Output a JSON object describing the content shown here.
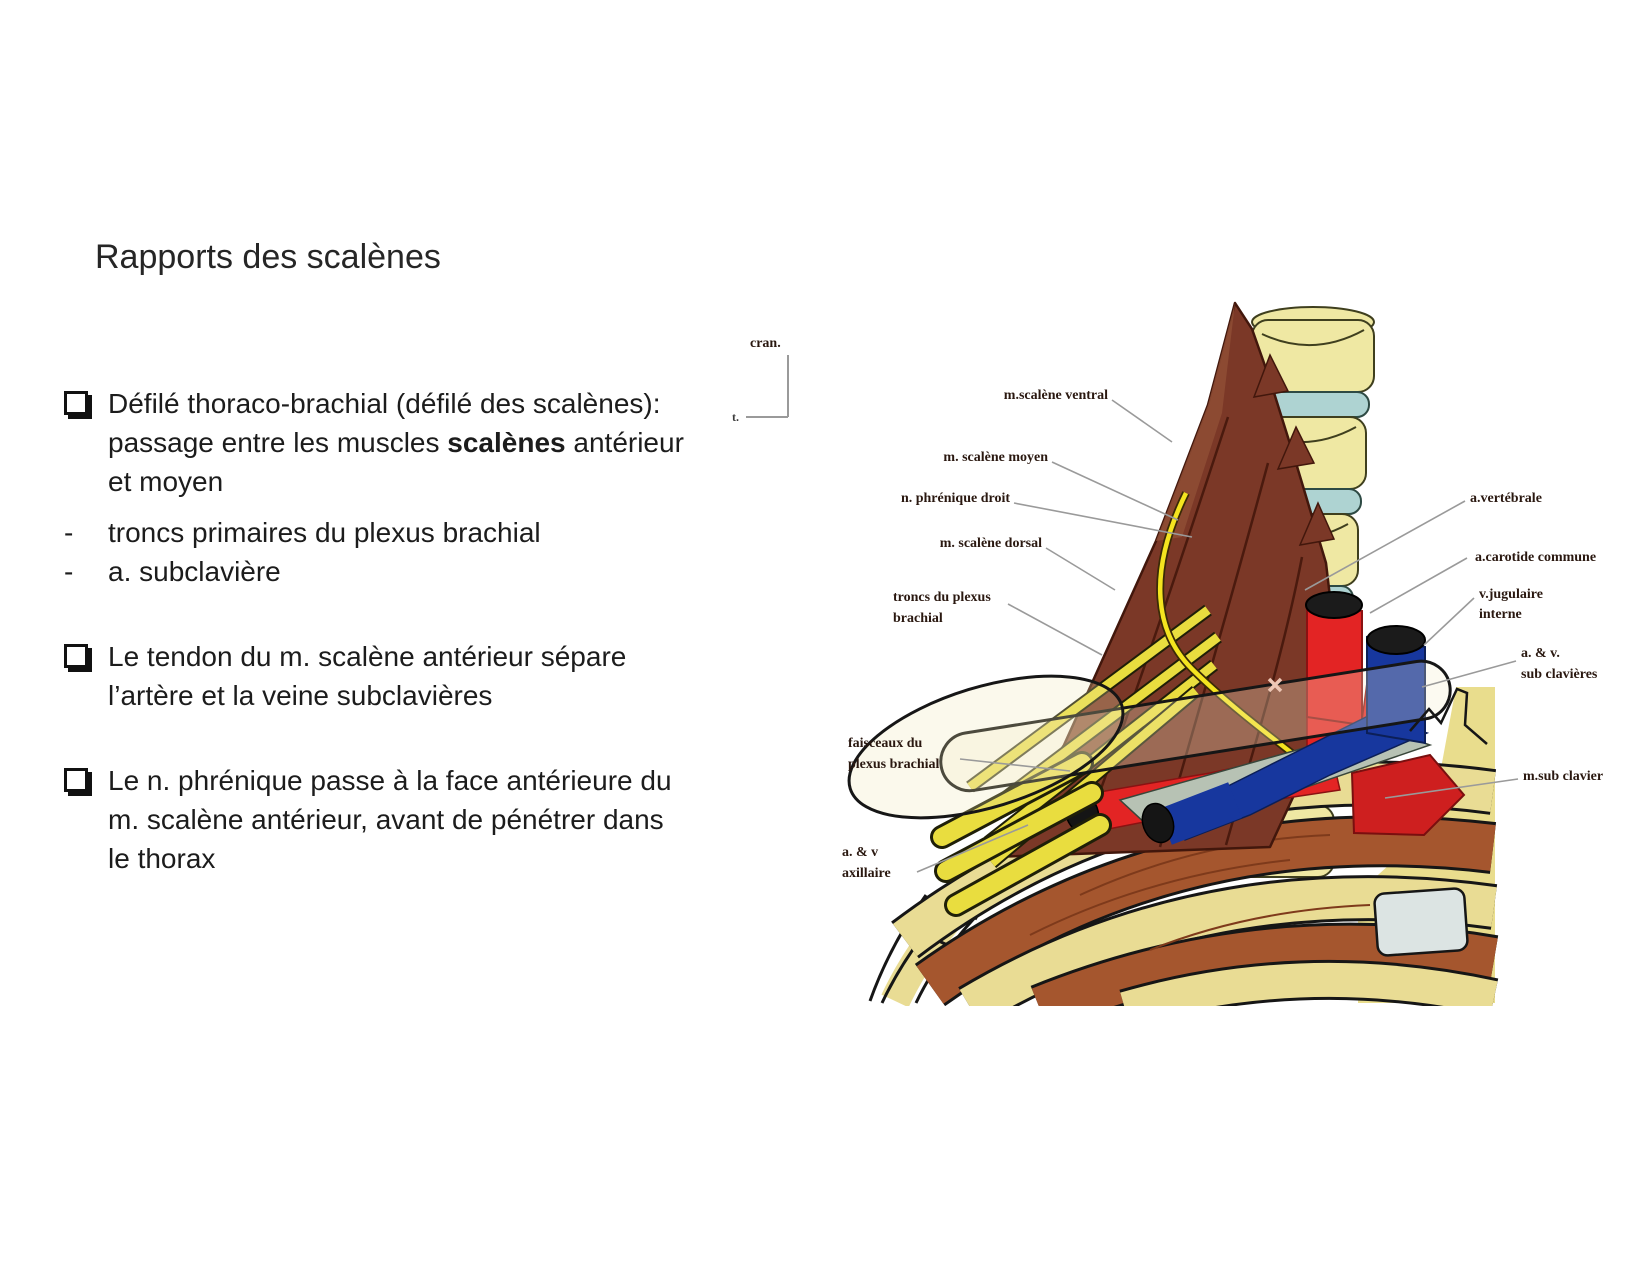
{
  "slide": {
    "title": "Rapports des scalènes",
    "bullet_marker_glyph": "❑",
    "b1": {
      "line1": "Défilé thoraco-brachial (défilé des scalènes):",
      "line2_pre": "passage entre les muscles ",
      "line2_bold": "scalènes",
      "line2_post": " antérieur",
      "line3": "et moyen"
    },
    "dashes": [
      {
        "marker": "-",
        "text": "troncs primaires du plexus brachial"
      },
      {
        "marker": "-",
        "text": "a. subclavière"
      }
    ],
    "b2": {
      "line1": "Le tendon du m. scalène antérieur sépare",
      "line2": "l’artère et la veine subclavières"
    },
    "b3": {
      "line1": "Le n. phrénique passe à la face antérieure du",
      "line2": "m. scalène antérieur, avant de pénétrer dans",
      "line3": "le thorax"
    }
  },
  "diagram": {
    "orientation": {
      "cranial_label": "cran.",
      "occluded_fragment": "t."
    },
    "labels": {
      "scalene_ventral": "m.scalène ventral",
      "scalene_moyen": "m. scalène moyen",
      "phrenique_droit": "n. phrénique droit",
      "scalene_dorsal": "m. scalène dorsal",
      "troncs_l1": "troncs du plexus",
      "troncs_l2": "brachial",
      "faisceaux_l1": "faisceaux du",
      "faisceaux_l2": "plexus brachial",
      "axillaire_l1": "a. & v",
      "axillaire_l2": "axillaire",
      "vertebrale": "a.vertébrale",
      "carotide": "a.carotide commune",
      "jugulaire_l1": "v.jugulaire",
      "jugulaire_l2": "interne",
      "subclavieres_l1": "a. & v.",
      "subclavieres_l2": "sub clavières",
      "subclavier": "m.sub clavier"
    },
    "colors": {
      "muscle": "#7b3827",
      "muscle_seam": "#4a1a0e",
      "muscle_light": "#8f4d35",
      "bone": "#efe8a3",
      "disc": "#aed3d2",
      "nerve_yellow": "#e9dd3f",
      "phrenic_yellow": "#f4e41f",
      "artery_red": "#e32424",
      "subclavius_red": "#ce1f1f",
      "vein_blue": "#17379e",
      "rib_cream": "#e9dc94",
      "intercostal_brown": "#a5562e",
      "clavicle_gray": "#dce4e3",
      "panel_yellow": "#e9dd8d",
      "leader_gray": "#9a9a9a"
    }
  }
}
